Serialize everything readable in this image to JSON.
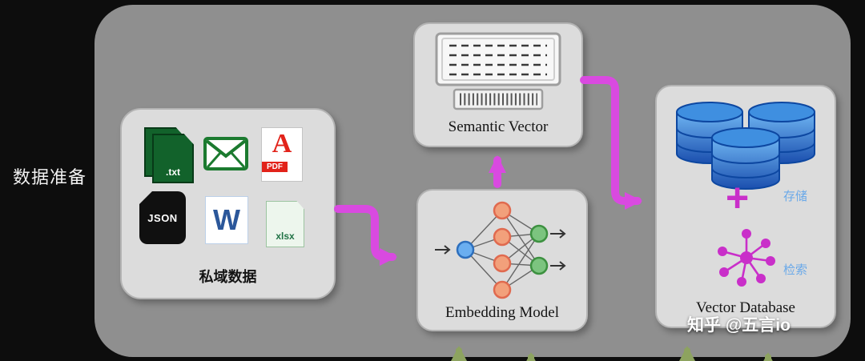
{
  "left_label": "数据准备",
  "private_data": {
    "label": "私域数据",
    "txt_label": ".txt",
    "pdf_a": "A",
    "pdf_label": "PDF",
    "json_label": "JSON",
    "word_label": "W",
    "xlsx_label": "xlsx"
  },
  "semantic_vector": {
    "label": "Semantic Vector"
  },
  "embedding_model": {
    "label": "Embedding Model"
  },
  "vector_database": {
    "label": "Vector Database",
    "plus": "+",
    "store_label": "存储",
    "retrieve_label": "检索"
  },
  "watermark": {
    "text": "知乎 @五言io"
  },
  "colors": {
    "arrow_magenta": "#d94ae0",
    "arrow_green": "#8da35f",
    "accent_magenta": "#c92fc9",
    "label_blue": "#6aa9e9",
    "panel_gray": "#8f8f8f",
    "box_gray": "#dcdcdc",
    "db_blue": "#2a6fd0"
  }
}
